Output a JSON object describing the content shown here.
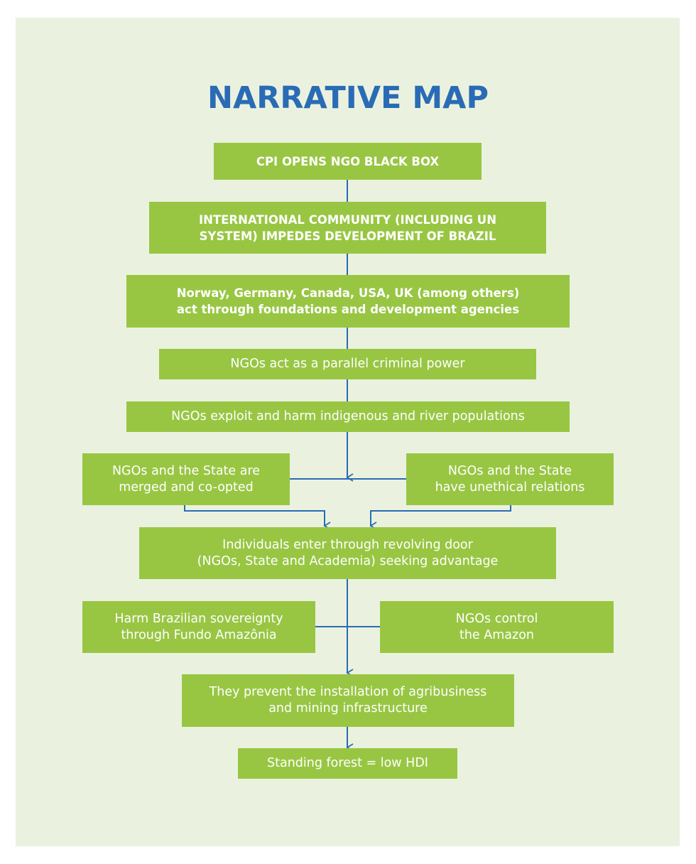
{
  "title": "NARRATIVE MAP",
  "colors": {
    "background": "#eaf2df",
    "box": "#98c643",
    "line": "#2a6bb5",
    "title": "#2a6bb5"
  },
  "nodes": [
    {
      "id": "cpi",
      "lines": [
        "CPI OPENS NGO BLACK BOX"
      ]
    },
    {
      "id": "intl",
      "lines": [
        "INTERNATIONAL COMMUNITY (INCLUDING UN",
        "SYSTEM) IMPEDES DEVELOPMENT OF BRAZIL"
      ]
    },
    {
      "id": "countries",
      "lines": [
        "Norway, Germany, Canada, USA, UK (among others)",
        "act through foundations and development agencies"
      ]
    },
    {
      "id": "parallel",
      "lines": [
        "NGOs act as a parallel criminal power"
      ]
    },
    {
      "id": "exploit",
      "lines": [
        "NGOs exploit and harm indigenous and river populations"
      ]
    },
    {
      "id": "merged",
      "lines": [
        "NGOs and the State are",
        "merged and co-opted"
      ]
    },
    {
      "id": "unethical",
      "lines": [
        "NGOs and the State",
        "have unethical relations"
      ]
    },
    {
      "id": "revolving",
      "lines": [
        "Individuals enter through revolving door",
        "(NGOs, State and Academia) seeking advantage"
      ]
    },
    {
      "id": "sovereignty",
      "lines": [
        "Harm Brazilian sovereignty",
        "through Fundo Amazônia"
      ]
    },
    {
      "id": "control",
      "lines": [
        "NGOs control",
        "the Amazon"
      ]
    },
    {
      "id": "prevent",
      "lines": [
        "They prevent the installation of agribusiness",
        "and mining infrastructure"
      ]
    },
    {
      "id": "forest",
      "lines": [
        "Standing forest = low HDI"
      ]
    }
  ]
}
